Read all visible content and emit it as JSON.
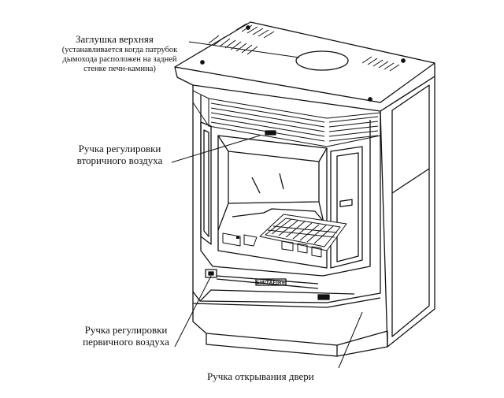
{
  "callouts": {
    "top_cap": {
      "title": "Заглушка верхняя",
      "note_lines": [
        "(устанавливается когда патрубок",
        "дымохода расположен на задней",
        "стенке печи-камина)"
      ]
    },
    "secondary_air": {
      "lines": [
        "Ручка регулировки",
        "вторичного воздуха"
      ]
    },
    "primary_air": {
      "lines": [
        "Ручка регулировки",
        "первичного воздуха"
      ]
    },
    "door_handle": {
      "text": "Ручка открывания двери"
    }
  },
  "brand_plate": {
    "text": "EMITAFIRE"
  }
}
